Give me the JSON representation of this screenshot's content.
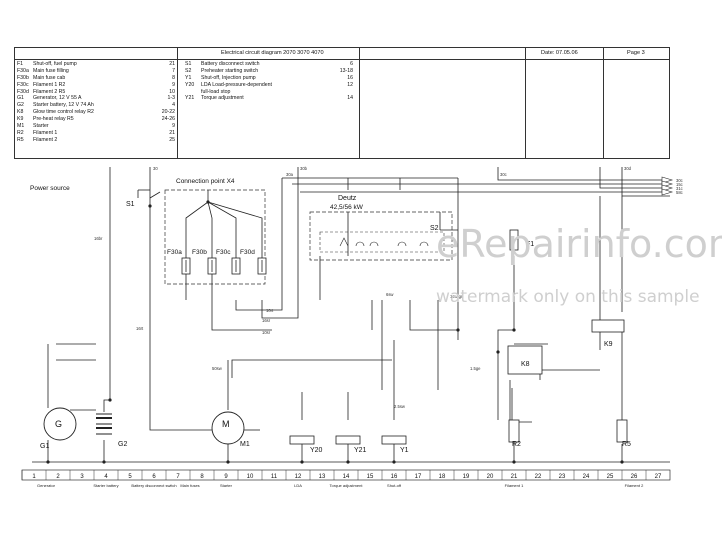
{
  "title_block": {
    "title": "Electrical circuit diagram 2070 3070 4070",
    "date": "Date: 07.05.06",
    "page": "Page 3"
  },
  "legend_left": [
    {
      "code": "F1",
      "desc": "Shut-off, fuel pump",
      "ref": "21"
    },
    {
      "code": "F30a",
      "desc": "Main fuse filling",
      "ref": "7"
    },
    {
      "code": "F30b",
      "desc": "Main fuse cab",
      "ref": "8"
    },
    {
      "code": "F30c",
      "desc": "Filament 1 R2",
      "ref": "9"
    },
    {
      "code": "F30d",
      "desc": "Filament 2 R5",
      "ref": "10"
    },
    {
      "code": "G1",
      "desc": "Generator, 12 V 55 A",
      "ref": "1-3"
    },
    {
      "code": "G2",
      "desc": "Starter battery, 12 V 74 Ah",
      "ref": "4"
    },
    {
      "code": "K8",
      "desc": "Glow time control relay R2",
      "ref": "20-22"
    },
    {
      "code": "K9",
      "desc": "Pre-heat relay R5",
      "ref": "24-26"
    },
    {
      "code": "M1",
      "desc": "Starter",
      "ref": "9"
    },
    {
      "code": "R2",
      "desc": "Filament 1",
      "ref": "21"
    },
    {
      "code": "R5",
      "desc": "Filament 2",
      "ref": "25"
    }
  ],
  "legend_right": [
    {
      "code": "S1",
      "desc": "Battery disconnect switch",
      "ref": "6"
    },
    {
      "code": "S2",
      "desc": "Preheater starting switch",
      "ref": "13-18"
    },
    {
      "code": "Y1",
      "desc": "Shut-off, Injection pump",
      "ref": "16"
    },
    {
      "code": "Y20",
      "desc": "LDA Load-pressure-dependent",
      "ref": "12"
    },
    {
      "code": "",
      "desc": "full-load stop",
      "ref": ""
    },
    {
      "code": "Y21",
      "desc": "Torque adjustment",
      "ref": "14"
    }
  ],
  "diagram": {
    "power_source_label": "Power source",
    "connection_point_label": "Connection point X4",
    "engine_label": "Deutz",
    "engine_power": "42,5/56 kW",
    "fuses": [
      "F30a",
      "F30b",
      "F30c",
      "F30d"
    ],
    "components": {
      "s1": "S1",
      "s2": "S2",
      "g1": "G1",
      "g2": "G2",
      "m1": "M1",
      "m_symbol": "M",
      "g_symbol": "G",
      "y20": "Y20",
      "y21": "Y21",
      "y1": "Y1",
      "k8": "K8",
      "k9": "K9",
      "r2": "R2",
      "r5": "R5",
      "f1": "F1"
    },
    "right_terminals": [
      "30c",
      "15c",
      "31c",
      "58c"
    ],
    "top_terminals": [
      "30",
      "30a",
      "30b",
      "30c",
      "30d"
    ],
    "wire_labels": [
      "16sr",
      "10sr",
      "16br",
      "16rt",
      "50sw",
      "10rt",
      "6sw",
      "2.5sw",
      "1.5ge",
      "1sw/gn"
    ]
  },
  "footer": {
    "column_numbers": [
      "1",
      "2",
      "3",
      "4",
      "5",
      "6",
      "7",
      "8",
      "9",
      "10",
      "11",
      "12",
      "13",
      "14",
      "15",
      "16",
      "17",
      "18",
      "19",
      "20",
      "21",
      "22",
      "23",
      "24",
      "25",
      "26",
      "27"
    ],
    "section_labels": [
      {
        "text": "Generator",
        "col": 1.5
      },
      {
        "text": "Starter battery",
        "col": 4
      },
      {
        "text": "Battery disconnect switch",
        "col": 6
      },
      {
        "text": "Main fuses",
        "col": 7.5
      },
      {
        "text": "Starter",
        "col": 9
      },
      {
        "text": "LDA",
        "col": 12
      },
      {
        "text": "Torque adjustment",
        "col": 14
      },
      {
        "text": "Shut-off",
        "col": 16
      },
      {
        "text": "Filament 1",
        "col": 21
      },
      {
        "text": "Filament 2",
        "col": 26
      }
    ]
  },
  "watermark": {
    "main": "eRepairinfo.com",
    "sub": "watermark only on this sample"
  }
}
